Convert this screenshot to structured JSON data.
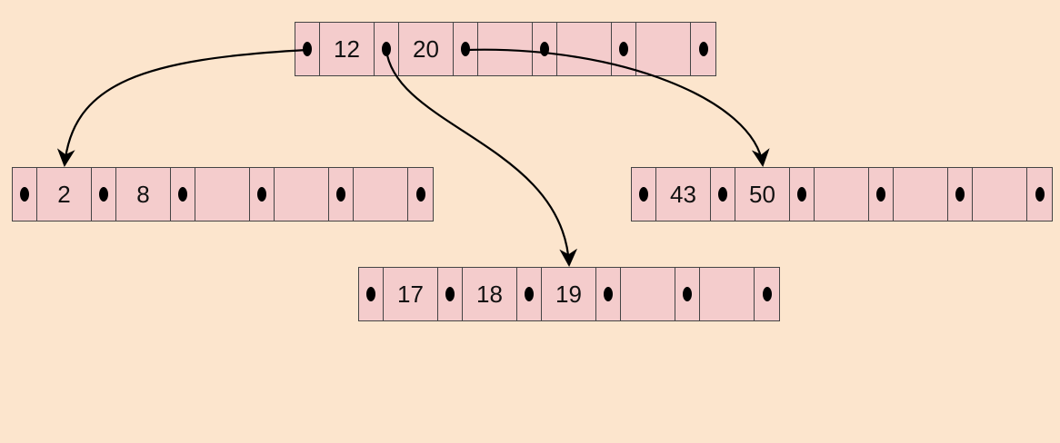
{
  "root": {
    "keys": [
      "12",
      "20",
      "",
      "",
      ""
    ]
  },
  "left": {
    "keys": [
      "2",
      "8",
      "",
      "",
      ""
    ]
  },
  "middle": {
    "keys": [
      "17",
      "18",
      "19",
      "",
      ""
    ]
  },
  "right": {
    "keys": [
      "43",
      "50",
      "",
      "",
      ""
    ]
  }
}
